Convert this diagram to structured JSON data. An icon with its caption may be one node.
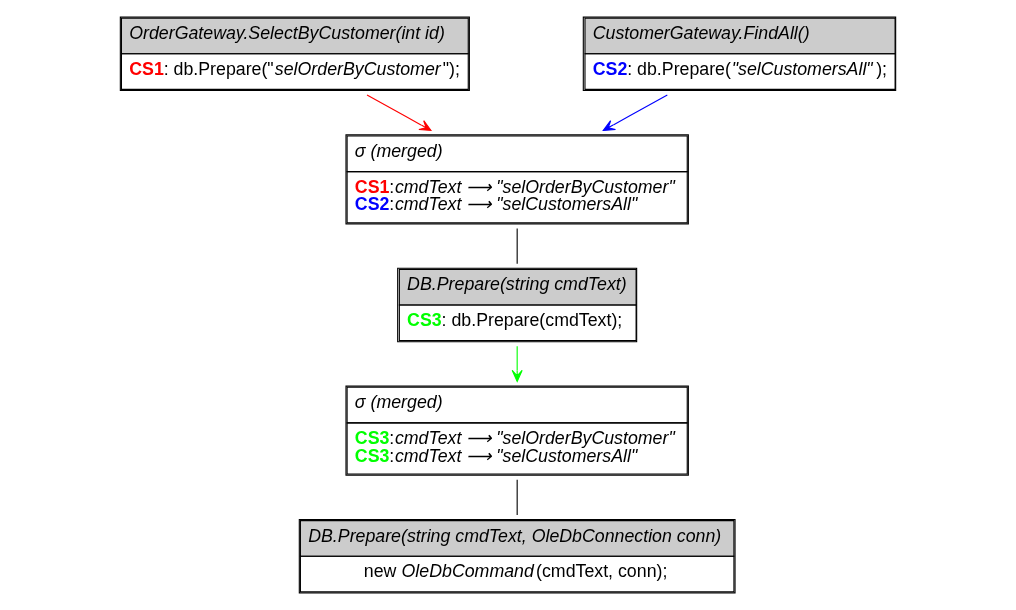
{
  "diagram": {
    "nodes": [
      {
        "text": [
          "OrderGateway.SelectByCustomer(int id)",
          "**CS1**: db.Prepare(\"*selOrderByCustomer*\");"
        ]
      },
      {
        "text": [
          "CustomerGateway.FindAll()",
          "**CS2**: db.Prepare(*\"selCustomersAll\"*);"
        ]
      },
      {
        "text": [
          "σ (merged)",
          "**CS1**:*cmdText ⟶ \"selOrderByCustomer\"*",
          "**CS2**:*cmdText ⟶ \"selCustomersAll\"*"
        ]
      },
      {
        "text": [
          "DB.Prepare(string cmdText)",
          "**CS3**: db.Prepare(cmdText);"
        ]
      },
      {
        "text": [
          "σ (merged)",
          "**CS3**:*cmdText ⟶ \"selOrderByCustomer\"*",
          "**CS3**:*cmdText ⟶ \"selCustomersAll\"*"
        ]
      },
      {
        "text": [
          "DB.Prepare(string cmdText, OleDbConnection conn)",
          "new *OleDbCommand*(cmdText, conn);"
        ]
      }
    ],
    "edges": [
      {
        "from": 0,
        "to": 2,
        "arrow": "to",
        "color": "#ff0000"
      },
      {
        "from": 1,
        "to": 2,
        "arrow": "to",
        "color": "#0000ff"
      },
      {
        "from": 2,
        "to": 3,
        "arrow": "none"
      },
      {
        "from": 3,
        "to": 4,
        "arrow": "to",
        "color": "#00ff00"
      },
      {
        "from": 4,
        "to": 5,
        "arrow": "none"
      }
    ]
  }
}
